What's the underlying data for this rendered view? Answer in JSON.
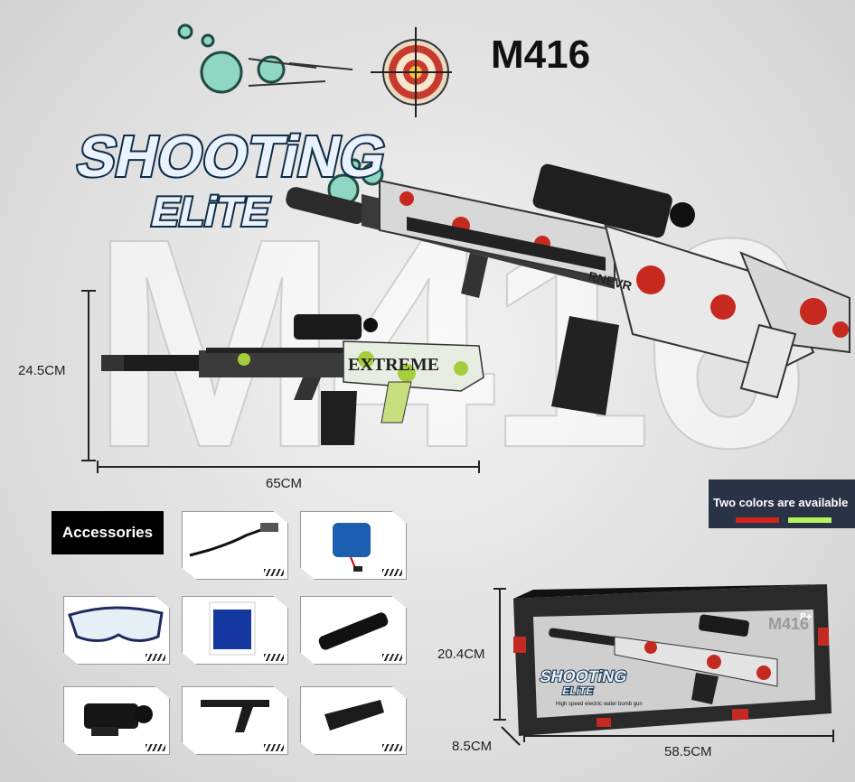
{
  "header": {
    "model": "M416"
  },
  "logo": {
    "line1": "SHOOTiNG",
    "line2": "ELiTE"
  },
  "watermark": "M416",
  "dimensions": {
    "height": "24.5CM",
    "length": "65CM"
  },
  "accessories": {
    "label": "Accessories"
  },
  "colors": {
    "label": "Two colors are available",
    "swatches": [
      "#d1231c",
      "#b6f25e"
    ]
  },
  "box": {
    "height": "20.4CM",
    "depth": "8.5CM",
    "length": "58.5CM",
    "brand_line1": "SHOOTiNG",
    "brand_line2": "ELiTE",
    "tagline": "High speed electric water bomb gun",
    "age": "8+",
    "model": "M416"
  },
  "gun_texts": {
    "main_decal": "EXTREME",
    "side_decal": "RNEVR"
  }
}
